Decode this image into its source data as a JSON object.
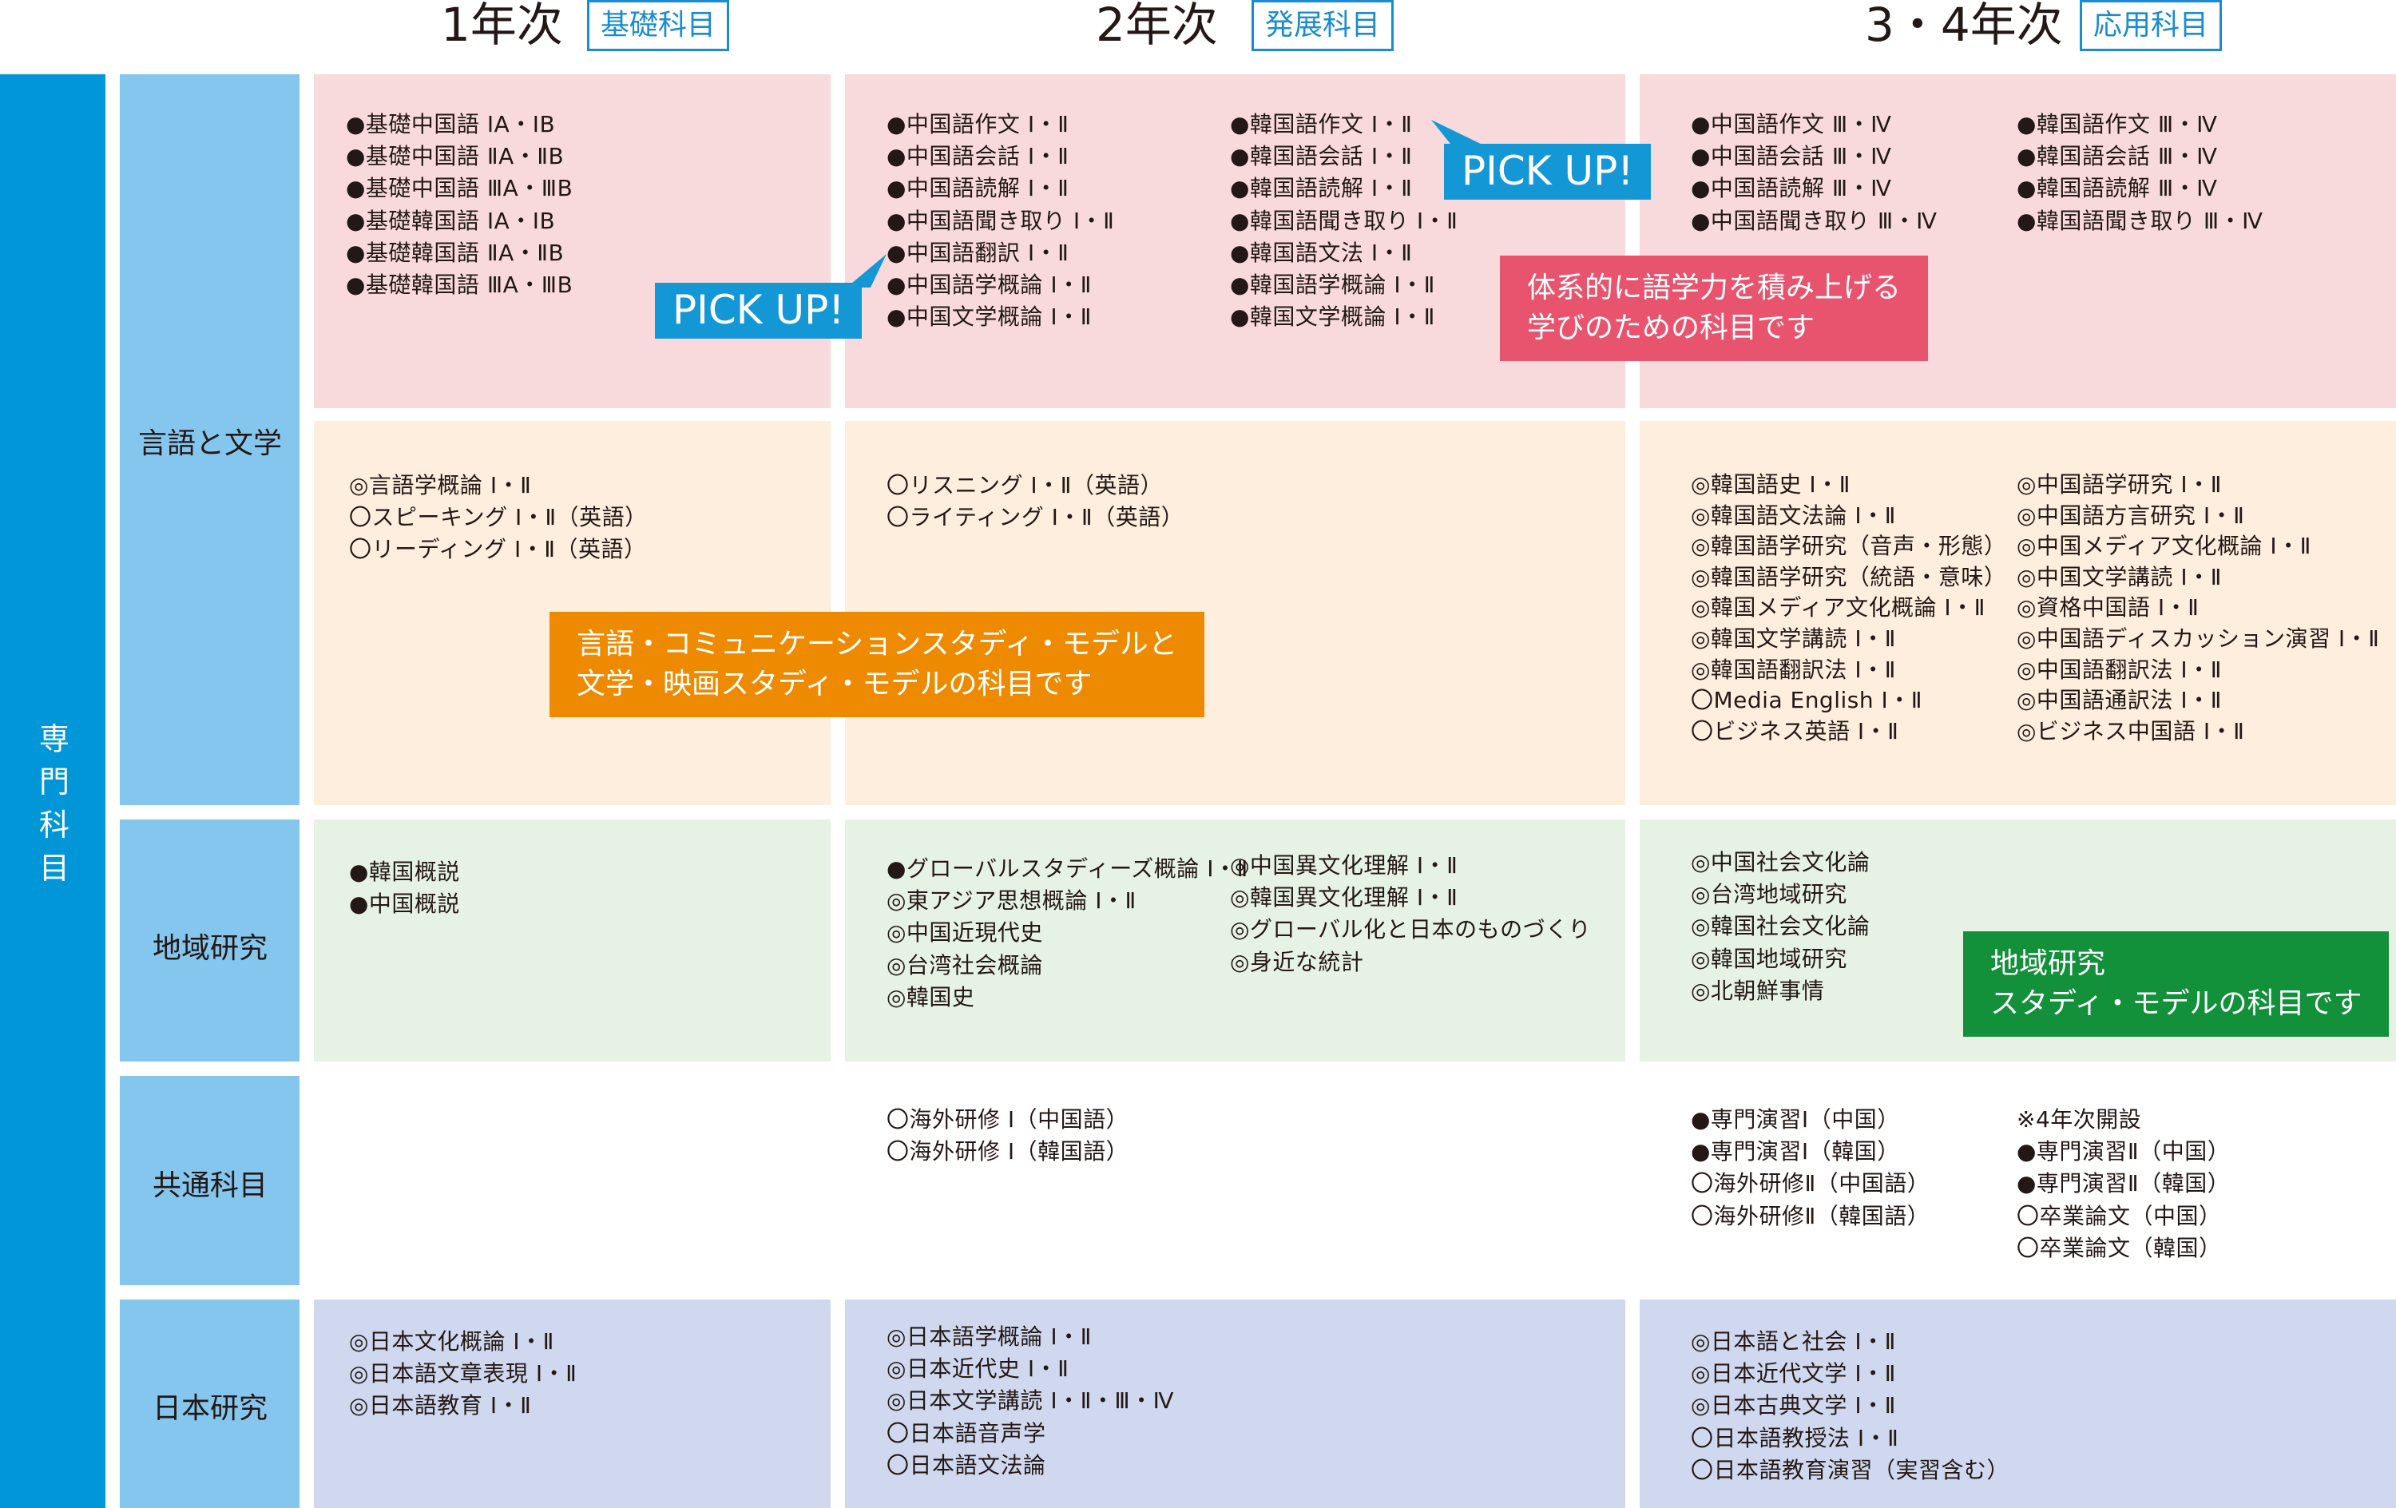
{
  "years": [
    {
      "label": "1年次",
      "badge": "基礎科目"
    },
    {
      "label": "2年次",
      "badge": "発展科目"
    },
    {
      "label": "3・4年次",
      "badge": "応用科目"
    }
  ],
  "side_label": "専門科目",
  "categories": [
    "言語と文学",
    "地域研究",
    "共通科目",
    "日本研究"
  ],
  "pick_up": "PICK UP!",
  "callouts": {
    "systematic": [
      "体系的に語学力を積み上げる",
      "学びのための科目です"
    ],
    "language_literature": [
      "言語・コミュニケーションスタディ・モデルと",
      "文学・映画スタディ・モデルの科目です"
    ],
    "regional": [
      "地域研究",
      "スタディ・モデルの科目です"
    ]
  },
  "callout_colors": {
    "systematic": "#e8546e",
    "language_literature": "#ee8a00",
    "regional": "#12903a",
    "pick_up": "#1498d5"
  },
  "cells": {
    "lang_a_y1": [
      "●基礎中国語 ⅠA・ⅠB",
      "●基礎中国語 ⅡA・ⅡB",
      "●基礎中国語 ⅢA・ⅢB",
      "●基礎韓国語 ⅠA・ⅠB",
      "●基礎韓国語 ⅡA・ⅡB",
      "●基礎韓国語 ⅢA・ⅢB"
    ],
    "lang_a_y2_left": [
      "●中国語作文 Ⅰ・Ⅱ",
      "●中国語会話 Ⅰ・Ⅱ",
      "●中国語読解 Ⅰ・Ⅱ",
      "●中国語聞き取り Ⅰ・Ⅱ",
      "●中国語翻訳 Ⅰ・Ⅱ",
      "●中国語学概論 Ⅰ・Ⅱ",
      "●中国文学概論 Ⅰ・Ⅱ"
    ],
    "lang_a_y2_right": [
      "●韓国語作文 Ⅰ・Ⅱ",
      "●韓国語会話 Ⅰ・Ⅱ",
      "●韓国語読解 Ⅰ・Ⅱ",
      "●韓国語聞き取り Ⅰ・Ⅱ",
      "●韓国語文法 Ⅰ・Ⅱ",
      "●韓国語学概論 Ⅰ・Ⅱ",
      "●韓国文学概論 Ⅰ・Ⅱ"
    ],
    "lang_a_y34_left": [
      "●中国語作文 Ⅲ・Ⅳ",
      "●中国語会話 Ⅲ・Ⅳ",
      "●中国語読解 Ⅲ・Ⅳ",
      "●中国語聞き取り Ⅲ・Ⅳ"
    ],
    "lang_a_y34_right": [
      "●韓国語作文 Ⅲ・Ⅳ",
      "●韓国語会話 Ⅲ・Ⅳ",
      "●韓国語読解 Ⅲ・Ⅳ",
      "●韓国語聞き取り Ⅲ・Ⅳ"
    ],
    "lang_b_y1": [
      "◎言語学概論 Ⅰ・Ⅱ",
      "〇スピーキング Ⅰ・Ⅱ（英語）",
      "〇リーディング Ⅰ・Ⅱ（英語）"
    ],
    "lang_b_y2": [
      "〇リスニング Ⅰ・Ⅱ（英語）",
      "〇ライティング Ⅰ・Ⅱ（英語）"
    ],
    "lang_b_y34_left": [
      "◎韓国語史 Ⅰ・Ⅱ",
      "◎韓国語文法論 Ⅰ・Ⅱ",
      "◎韓国語学研究（音声・形態）",
      "◎韓国語学研究（統語・意味）",
      "◎韓国メディア文化概論 Ⅰ・Ⅱ",
      "◎韓国文学講読 Ⅰ・Ⅱ",
      "◎韓国語翻訳法 Ⅰ・Ⅱ",
      "〇Media English Ⅰ・Ⅱ",
      "〇ビジネス英語 Ⅰ・Ⅱ"
    ],
    "lang_b_y34_right": [
      "◎中国語学研究 Ⅰ・Ⅱ",
      "◎中国語方言研究 Ⅰ・Ⅱ",
      "◎中国メディア文化概論 Ⅰ・Ⅱ",
      "◎中国文学講読 Ⅰ・Ⅱ",
      "◎資格中国語 Ⅰ・Ⅱ",
      "◎中国語ディスカッション演習 Ⅰ・Ⅱ",
      "◎中国語翻訳法 Ⅰ・Ⅱ",
      "◎中国語通訳法 Ⅰ・Ⅱ",
      "◎ビジネス中国語 Ⅰ・Ⅱ"
    ],
    "region_y1": [
      "●韓国概説",
      "●中国概説"
    ],
    "region_y2_left": [
      "●グローバルスタディーズ概論 Ⅰ・Ⅱ",
      "◎東アジア思想概論 Ⅰ・Ⅱ",
      "◎中国近現代史",
      "◎台湾社会概論",
      "◎韓国史"
    ],
    "region_y2_right": [
      "◎中国異文化理解 Ⅰ・Ⅱ",
      "◎韓国異文化理解 Ⅰ・Ⅱ",
      "◎グローバル化と日本のものづくり",
      "◎身近な統計"
    ],
    "region_y34": [
      "◎中国社会文化論",
      "◎台湾地域研究",
      "◎韓国社会文化論",
      "◎韓国地域研究",
      "◎北朝鮮事情"
    ],
    "common_y2": [
      "〇海外研修 Ⅰ（中国語）",
      "〇海外研修 Ⅰ（韓国語）"
    ],
    "common_y34_left": [
      "●専門演習Ⅰ（中国）",
      "●専門演習Ⅰ（韓国）",
      "〇海外研修Ⅱ（中国語）",
      "〇海外研修Ⅱ（韓国語）"
    ],
    "common_y34_right": [
      "※4年次開設",
      "●専門演習Ⅱ（中国）",
      "●専門演習Ⅱ（韓国）",
      "〇卒業論文（中国）",
      "〇卒業論文（韓国）"
    ],
    "japan_y1": [
      "◎日本文化概論 Ⅰ・Ⅱ",
      "◎日本語文章表現 Ⅰ・Ⅱ",
      "◎日本語教育 Ⅰ・Ⅱ"
    ],
    "japan_y2": [
      "◎日本語学概論 Ⅰ・Ⅱ",
      "◎日本近代史 Ⅰ・Ⅱ",
      "◎日本文学講読 Ⅰ・Ⅱ・Ⅲ・Ⅳ",
      "〇日本語音声学",
      "〇日本語文法論"
    ],
    "japan_y34": [
      "◎日本語と社会 Ⅰ・Ⅱ",
      "◎日本近代文学 Ⅰ・Ⅱ",
      "◎日本古典文学 Ⅰ・Ⅱ",
      "〇日本語教授法 Ⅰ・Ⅱ",
      "〇日本語教育演習（実習含む）"
    ]
  },
  "colors": {
    "side": "#0196d8",
    "category": "#85c6ee",
    "pink": "#f8dadd",
    "peach": "#fdeedd",
    "green": "#e6f2e4",
    "lavender": "#cfd8ef",
    "badge": "#1a8ccf"
  }
}
